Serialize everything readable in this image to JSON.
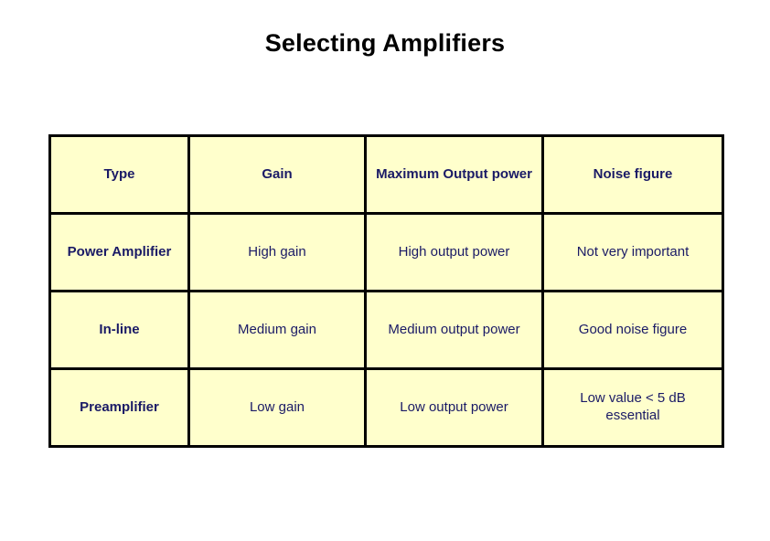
{
  "slide": {
    "title": "Selecting Amplifiers",
    "background_color": "#ffffff",
    "title_color": "#000000"
  },
  "table": {
    "fill_color": "#ffffcc",
    "border_color": "#000000",
    "text_color": "#1a1a66",
    "columns": [
      {
        "key": "type",
        "header": "Type"
      },
      {
        "key": "gain",
        "header": "Gain"
      },
      {
        "key": "maxout",
        "header": "Maximum Output power"
      },
      {
        "key": "noise",
        "header": "Noise figure"
      }
    ],
    "rows": [
      {
        "type": "Power Amplifier",
        "gain": "High gain",
        "maxout": "High output power",
        "noise": "Not very important"
      },
      {
        "type": "In-line",
        "gain": "Medium gain",
        "maxout": "Medium output power",
        "noise": "Good noise figure"
      },
      {
        "type": "Preamplifier",
        "gain": "Low gain",
        "maxout": "Low output power",
        "noise": "Low value < 5 dB essential"
      }
    ]
  }
}
